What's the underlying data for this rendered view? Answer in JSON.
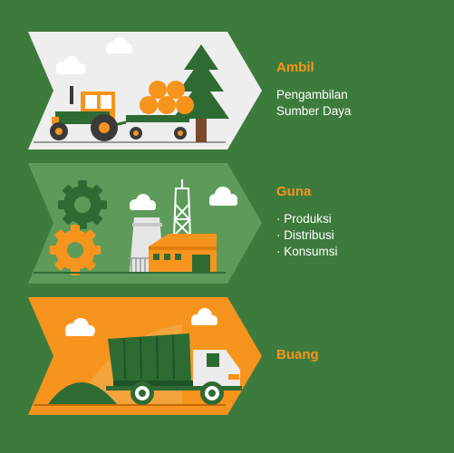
{
  "steps": [
    {
      "title": "Ambil",
      "lines": [
        "Pengambilan",
        "Sumber Daya"
      ]
    },
    {
      "title": "Guna",
      "lines": [
        "· Produksi",
        "· Distribusi",
        "· Konsumsi"
      ]
    },
    {
      "title": "Buang",
      "lines": []
    }
  ],
  "colors": {
    "background": "#3d7b3c",
    "accent_orange": "#f7941d",
    "dark_green": "#2e6b33",
    "panel_light": "#eeeeee",
    "panel_green": "#5e9b5a",
    "panel_orange": "#f7941d"
  },
  "icons": [
    "cloud-icon",
    "tractor-icon",
    "hay-bale-icon",
    "pine-tree-icon",
    "gear-icon",
    "factory-icon",
    "power-tower-icon",
    "dump-truck-icon",
    "soil-pile-icon"
  ]
}
